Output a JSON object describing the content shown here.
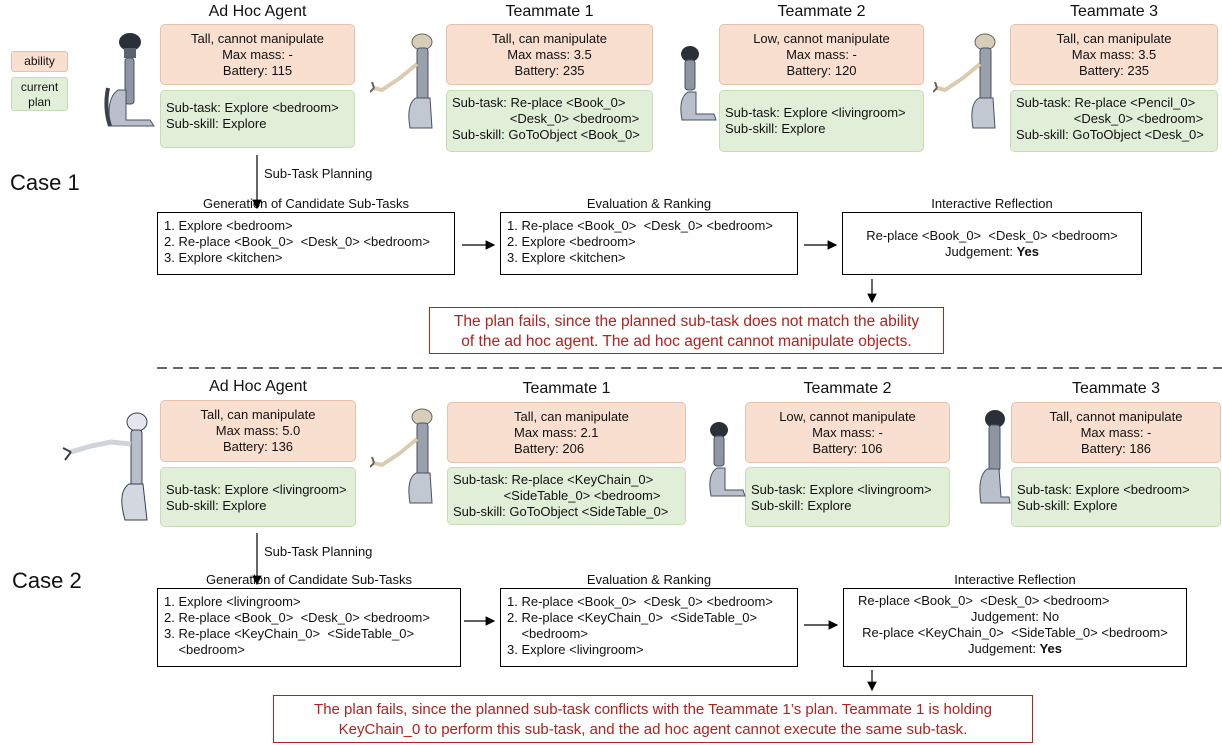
{
  "legend": {
    "ability": "ability",
    "current_plan": "current\nplan"
  },
  "colors": {
    "ability_bg": "#f9dfcf",
    "plan_bg": "#e1efd8",
    "fail_red": "#b2221f"
  },
  "case1": {
    "label": "Case 1",
    "agents": [
      {
        "title": "Ad Hoc Agent",
        "ability": [
          "Tall, cannot manipulate",
          "Max mass: -",
          "Battery: 115"
        ],
        "plan": [
          "Sub-task: Explore <bedroom>",
          "Sub-skill: Explore"
        ]
      },
      {
        "title": "Teammate 1",
        "ability": [
          "Tall, can manipulate",
          "Max mass: 3.5",
          "Battery: 235"
        ],
        "plan": [
          "Sub-task: Re-place <Book_0>",
          "                <Desk_0> <bedroom>",
          "Sub-skill: GoToObject <Book_0>"
        ]
      },
      {
        "title": "Teammate 2",
        "ability": [
          "Low, cannot manipulate",
          "Max mass: -",
          "Battery: 120"
        ],
        "plan": [
          "Sub-task: Explore <livingroom>",
          "Sub-skill: Explore"
        ]
      },
      {
        "title": "Teammate 3",
        "ability": [
          "Tall, can manipulate",
          "Max mass: 3.5",
          "Battery: 235"
        ],
        "plan": [
          "Sub-task: Re-place <Pencil_0>",
          "                <Desk_0> <bedroom>",
          "Sub-skill: GoToObject <Desk_0>"
        ]
      }
    ],
    "planning_label": "Sub-Task Planning",
    "steps": [
      {
        "title": "Generation of Candidate Sub-Tasks",
        "lines": [
          "1. Explore <bedroom>",
          "2. Re-place <Book_0>  <Desk_0> <bedroom>",
          "3. Explore <kitchen>"
        ]
      },
      {
        "title": "Evaluation & Ranking",
        "lines": [
          "1. Re-place <Book_0>  <Desk_0> <bedroom>",
          "2. Explore <bedroom>",
          "3. Explore <kitchen>"
        ]
      },
      {
        "title": "Interactive Reflection",
        "lines": [
          "Re-place <Book_0>  <Desk_0> <bedroom>"
        ],
        "judgement_label": "Judgement: ",
        "judgement_value": "Yes"
      }
    ],
    "fail_text": [
      "The plan fails, since the planned sub-task does not match the ability",
      "of the ad hoc agent. The ad hoc agent cannot manipulate objects."
    ]
  },
  "case2": {
    "label": "Case 2",
    "agents": [
      {
        "title": "Ad Hoc Agent",
        "ability": [
          "Tall, can manipulate",
          "Max mass: 5.0",
          "Battery: 136"
        ],
        "plan": [
          "Sub-task: Explore <livingroom>",
          "Sub-skill: Explore"
        ]
      },
      {
        "title": "Teammate 1",
        "ability": [
          "Tall, can manipulate",
          "Max mass: 2.1",
          "Battery: 206"
        ],
        "plan": [
          "Sub-task: Re-place <KeyChain_0>",
          "              <SideTable_0> <bedroom>",
          "Sub-skill: GoToObject <SideTable_0>"
        ]
      },
      {
        "title": "Teammate 2",
        "ability": [
          "Low, cannot manipulate",
          "Max mass: -",
          "Battery: 106"
        ],
        "plan": [
          "Sub-task: Explore <livingroom>",
          "Sub-skill: Explore"
        ]
      },
      {
        "title": "Teammate 3",
        "ability": [
          "Tall, cannot manipulate",
          "Max mass: -",
          "Battery: 186"
        ],
        "plan": [
          "Sub-task: Explore <bedroom>",
          "Sub-skill: Explore"
        ]
      }
    ],
    "planning_label": "Sub-Task Planning",
    "steps": [
      {
        "title": "Generation of Candidate Sub-Tasks",
        "lines": [
          "1. Explore <livingroom>",
          "2. Re-place <Book_0>  <Desk_0> <bedroom>",
          "3. Re-place <KeyChain_0>  <SideTable_0>",
          "    <bedroom>"
        ]
      },
      {
        "title": "Evaluation & Ranking",
        "lines": [
          "1. Re-place <Book_0>  <Desk_0> <bedroom>",
          "2. Re-place <KeyChain_0>  <SideTable_0>",
          "    <bedroom>",
          "3. Explore <livingroom>"
        ]
      },
      {
        "title": "Interactive Reflection",
        "lines": [
          "Re-place <Book_0>  <Desk_0> <bedroom>",
          "Judgement: No",
          "Re-place <KeyChain_0>  <SideTable_0> <bedroom>"
        ],
        "judgement_label": "Judgement: ",
        "judgement_value": "Yes"
      }
    ],
    "fail_text": [
      "The plan fails, since the planned sub-task conflicts with the Teammate 1’s plan. Teammate 1 is holding",
      "KeyChain_0 to perform this sub-task, and the ad hoc agent cannot execute the same sub-task."
    ]
  }
}
